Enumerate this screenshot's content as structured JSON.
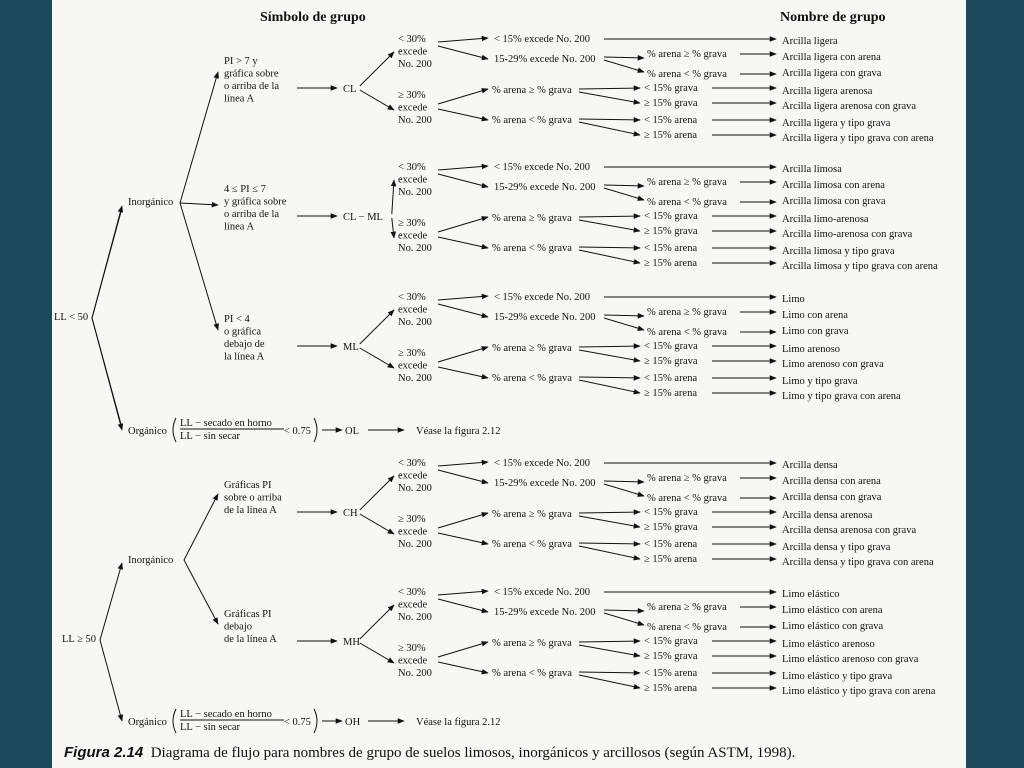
{
  "headers": {
    "group_symbol": "Símbolo de grupo",
    "group_name": "Nombre de grupo"
  },
  "roots": {
    "ll_low": "LL < 50",
    "ll_high": "LL ≥ 50"
  },
  "inorganic": "Inorgánico",
  "organic": {
    "label": "Orgánico",
    "numerator": "LL − secado en horno",
    "denominator": "LL − sin secar",
    "condition": "< 0.75",
    "low_symbol": "OL",
    "high_symbol": "OH",
    "reference": "Véase la figura 2.12"
  },
  "conditions": [
    [
      "PI > 7 y",
      "gráfica sobre",
      "o arriba de la",
      "línea A"
    ],
    [
      "4 ≤ PI ≤ 7",
      "y gráfica sobre",
      "o arriba de la",
      "línea A"
    ],
    [
      "PI < 4",
      "o gráfica",
      "debajo de",
      "la línea A"
    ],
    [
      "Gráficas PI",
      "sobre o arriba",
      "de la línea A"
    ],
    [
      "Gráficas PI",
      "debajo",
      "de la línea A"
    ]
  ],
  "symbols": [
    "CL",
    "CL − ML",
    "ML",
    "CH",
    "MH"
  ],
  "fines_lt30": [
    "< 30%",
    "excede",
    "No. 200"
  ],
  "fines_ge30": [
    "≥ 30%",
    "excede",
    "No. 200"
  ],
  "lt15": "< 15% excede No. 200",
  "b1529": "15-29% excede No. 200",
  "sand_ge_gravel": "% arena ≥ % grava",
  "sand_lt_gravel": "% arena < % grava",
  "lt15_gravel": "< 15% grava",
  "ge15_gravel": "≥ 15% grava",
  "lt15_sand": "< 15% arena",
  "ge15_sand": "≥ 15% arena",
  "names": [
    [
      "Arcilla ligera",
      "Arcilla ligera con arena",
      "Arcilla ligera con grava",
      "Arcilla ligera arenosa",
      "Arcilla ligera arenosa con grava",
      "Arcilla ligera y tipo grava",
      "Arcilla ligera y tipo grava con arena"
    ],
    [
      "Arcilla limosa",
      "Arcilla limosa con arena",
      "Arcilla limosa con grava",
      "Arcilla limo-arenosa",
      "Arcilla limo-arenosa con grava",
      "Arcilla limosa y tipo grava",
      "Arcilla limosa y tipo grava con arena"
    ],
    [
      "Limo",
      "Limo con arena",
      "Limo con grava",
      "Limo arenoso",
      "Limo arenoso con grava",
      "Limo y tipo grava",
      "Limo y tipo grava con arena"
    ],
    [
      "Arcilla densa",
      "Arcilla densa con arena",
      "Arcilla densa con grava",
      "Arcilla densa arenosa",
      "Arcilla densa arenosa con grava",
      "Arcilla densa y tipo grava",
      "Arcilla densa y tipo grava con arena"
    ],
    [
      "Limo elástico",
      "Limo elástico con arena",
      "Limo elástico con grava",
      "Limo elástico arenoso",
      "Limo elástico arenoso con grava",
      "Limo elástico y tipo grava",
      "Limo elástico y tipo grava con arena"
    ]
  ],
  "caption": {
    "label": "Figura 2.14",
    "text": "Diagrama de flujo para nombres de grupo de suelos limosos, inorgánicos y arcillosos (según ASTM, 1998)."
  }
}
